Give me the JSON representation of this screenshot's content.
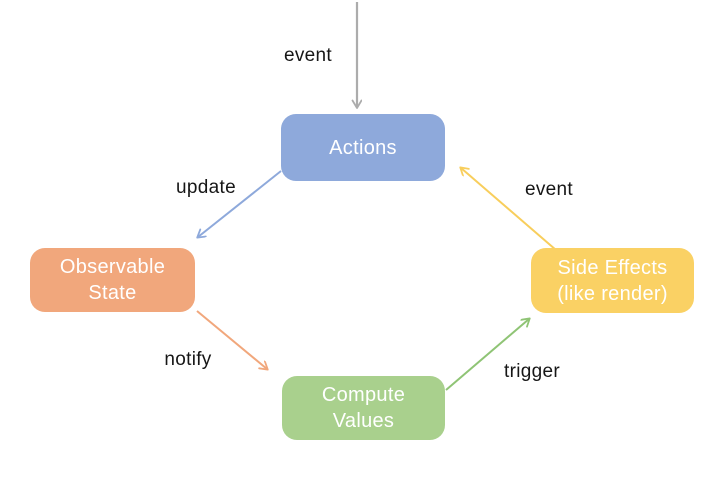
{
  "diagram": {
    "title": "state-flow-cycle",
    "background_color": "#FFFFFF",
    "label_text_color": "#161616",
    "node_text_color": "#FFFFFF",
    "nodes": {
      "actions": {
        "lines": [
          "Actions"
        ],
        "color": "#8EA9DB"
      },
      "observable_state": {
        "lines": [
          "Observable",
          "State"
        ],
        "color": "#F1A77C"
      },
      "compute_values": {
        "lines": [
          "Compute",
          "Values"
        ],
        "color": "#A9D08D"
      },
      "side_effects": {
        "lines": [
          "Side Effects",
          "(like render)"
        ],
        "color": "#FAD164"
      }
    },
    "edges": {
      "incoming_event": {
        "label": "event",
        "color": "#ACACAC"
      },
      "update": {
        "label": "update",
        "color": "#8EA9DB"
      },
      "notify": {
        "label": "notify",
        "color": "#F1A77C"
      },
      "trigger": {
        "label": "trigger",
        "color": "#8FC475"
      },
      "loop_event": {
        "label": "event",
        "color": "#F8CE5C"
      }
    }
  }
}
